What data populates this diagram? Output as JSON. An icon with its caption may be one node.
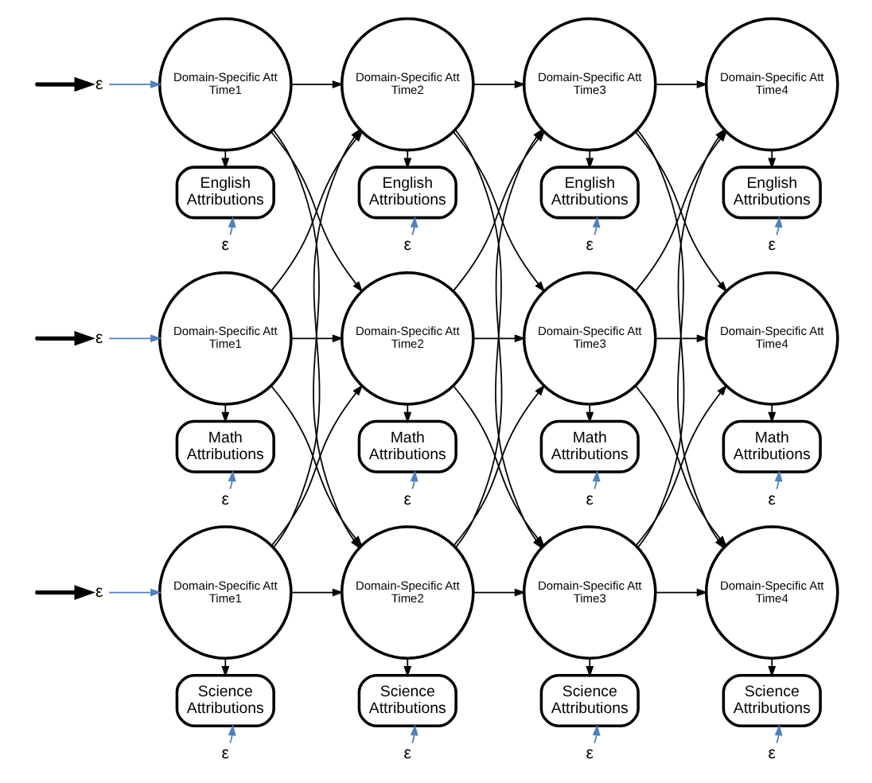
{
  "diagram": {
    "nodes": [
      {
        "text": [
          "ε"
        ]
      },
      {
        "text": [
          "Domain-Specific Att",
          "Time1"
        ]
      },
      {
        "text": [
          "Domain-Specific Att",
          "Time2"
        ]
      },
      {
        "text": [
          "Domain-Specific Att",
          "Time3"
        ]
      },
      {
        "text": [
          "Domain-Specific Att",
          "Time4"
        ]
      },
      {
        "text": [
          "English Attributions"
        ]
      },
      {
        "text": [
          "English Attributions"
        ]
      },
      {
        "text": [
          "English Attributions"
        ]
      },
      {
        "text": [
          "English Attributions"
        ]
      },
      {
        "text": [
          "ε"
        ]
      },
      {
        "text": [
          "ε"
        ]
      },
      {
        "text": [
          "ε"
        ]
      },
      {
        "text": [
          "ε"
        ]
      },
      {
        "text": [
          "ε"
        ]
      },
      {
        "text": [
          "Domain-Specific Att",
          "Time1"
        ]
      },
      {
        "text": [
          "Domain-Specific Att",
          "Time2"
        ]
      },
      {
        "text": [
          "Domain-Specific Att",
          "Time3"
        ]
      },
      {
        "text": [
          "Domain-Specific Att",
          "Time4"
        ]
      },
      {
        "text": [
          "Math Attributions"
        ]
      },
      {
        "text": [
          "Math Attributions"
        ]
      },
      {
        "text": [
          "Math Attributions"
        ]
      },
      {
        "text": [
          "Math Attributions"
        ]
      },
      {
        "text": [
          "ε"
        ]
      },
      {
        "text": [
          "ε"
        ]
      },
      {
        "text": [
          "ε"
        ]
      },
      {
        "text": [
          "ε"
        ]
      },
      {
        "text": [
          "ε"
        ]
      },
      {
        "text": [
          "Domain-Specific Att",
          "Time1"
        ]
      },
      {
        "text": [
          "Domain-Specific Att",
          "Time2"
        ]
      },
      {
        "text": [
          "Domain-Specific Att",
          "Time3"
        ]
      },
      {
        "text": [
          "Domain-Specific Att",
          "Time4"
        ]
      },
      {
        "text": [
          "Science Attributions"
        ]
      },
      {
        "text": [
          "Science Attributions"
        ]
      },
      {
        "text": [
          "Science Attributions"
        ]
      },
      {
        "text": [
          "Science Attributions"
        ]
      },
      {
        "text": [
          "ε"
        ]
      },
      {
        "text": [
          "ε"
        ]
      },
      {
        "text": [
          "ε"
        ]
      },
      {
        "text": [
          "ε"
        ]
      }
    ],
    "edges": [
      {
        "from": null,
        "to": 0,
        "arrow": "to",
        "style": "thick"
      },
      {
        "from": null,
        "to": 13,
        "arrow": "to",
        "style": "thick"
      },
      {
        "from": null,
        "to": 26,
        "arrow": "to",
        "style": "thick"
      },
      {
        "from": 0,
        "to": 1,
        "arrow": "to",
        "color": "#4f81bd"
      },
      {
        "from": 13,
        "to": 14,
        "arrow": "to",
        "color": "#4f81bd"
      },
      {
        "from": 26,
        "to": 27,
        "arrow": "to",
        "color": "#4f81bd"
      },
      {
        "from": 1,
        "to": 2,
        "arrow": "to"
      },
      {
        "from": 1,
        "to": 15,
        "arrow": "to"
      },
      {
        "from": 1,
        "to": 28,
        "arrow": "to"
      },
      {
        "from": 14,
        "to": 2,
        "arrow": "to"
      },
      {
        "from": 14,
        "to": 15,
        "arrow": "to"
      },
      {
        "from": 14,
        "to": 28,
        "arrow": "to"
      },
      {
        "from": 27,
        "to": 2,
        "arrow": "to"
      },
      {
        "from": 27,
        "to": 15,
        "arrow": "to"
      },
      {
        "from": 27,
        "to": 28,
        "arrow": "to"
      },
      {
        "from": 2,
        "to": 3,
        "arrow": "to"
      },
      {
        "from": 2,
        "to": 16,
        "arrow": "to"
      },
      {
        "from": 2,
        "to": 29,
        "arrow": "to"
      },
      {
        "from": 15,
        "to": 3,
        "arrow": "to"
      },
      {
        "from": 15,
        "to": 16,
        "arrow": "to"
      },
      {
        "from": 15,
        "to": 29,
        "arrow": "to"
      },
      {
        "from": 28,
        "to": 3,
        "arrow": "to"
      },
      {
        "from": 28,
        "to": 16,
        "arrow": "to"
      },
      {
        "from": 28,
        "to": 29,
        "arrow": "to"
      },
      {
        "from": 3,
        "to": 4,
        "arrow": "to"
      },
      {
        "from": 3,
        "to": 17,
        "arrow": "to"
      },
      {
        "from": 3,
        "to": 30,
        "arrow": "to"
      },
      {
        "from": 16,
        "to": 4,
        "arrow": "to"
      },
      {
        "from": 16,
        "to": 17,
        "arrow": "to"
      },
      {
        "from": 16,
        "to": 30,
        "arrow": "to"
      },
      {
        "from": 29,
        "to": 4,
        "arrow": "to"
      },
      {
        "from": 29,
        "to": 17,
        "arrow": "to"
      },
      {
        "from": 29,
        "to": 30,
        "arrow": "to"
      },
      {
        "from": 1,
        "to": 5,
        "arrow": "to"
      },
      {
        "from": 2,
        "to": 6,
        "arrow": "to"
      },
      {
        "from": 3,
        "to": 7,
        "arrow": "to"
      },
      {
        "from": 4,
        "to": 8,
        "arrow": "to"
      },
      {
        "from": 14,
        "to": 18,
        "arrow": "to"
      },
      {
        "from": 15,
        "to": 19,
        "arrow": "to"
      },
      {
        "from": 16,
        "to": 20,
        "arrow": "to"
      },
      {
        "from": 17,
        "to": 21,
        "arrow": "to"
      },
      {
        "from": 27,
        "to": 31,
        "arrow": "to"
      },
      {
        "from": 28,
        "to": 32,
        "arrow": "to"
      },
      {
        "from": 29,
        "to": 33,
        "arrow": "to"
      },
      {
        "from": 30,
        "to": 34,
        "arrow": "to"
      },
      {
        "from": 9,
        "to": 5,
        "arrow": "to",
        "color": "#4f81bd"
      },
      {
        "from": 10,
        "to": 6,
        "arrow": "to",
        "color": "#4f81bd"
      },
      {
        "from": 11,
        "to": 7,
        "arrow": "to",
        "color": "#4f81bd"
      },
      {
        "from": 12,
        "to": 8,
        "arrow": "to",
        "color": "#4f81bd"
      },
      {
        "from": 22,
        "to": 18,
        "arrow": "to",
        "color": "#4f81bd"
      },
      {
        "from": 23,
        "to": 19,
        "arrow": "to",
        "color": "#4f81bd"
      },
      {
        "from": 24,
        "to": 20,
        "arrow": "to",
        "color": "#4f81bd"
      },
      {
        "from": 25,
        "to": 21,
        "arrow": "to",
        "color": "#4f81bd"
      },
      {
        "from": 35,
        "to": 31,
        "arrow": "to",
        "color": "#4f81bd"
      },
      {
        "from": 36,
        "to": 32,
        "arrow": "to",
        "color": "#4f81bd"
      },
      {
        "from": 37,
        "to": 33,
        "arrow": "to",
        "color": "#4f81bd"
      },
      {
        "from": 38,
        "to": 34,
        "arrow": "to",
        "color": "#4f81bd"
      }
    ]
  }
}
